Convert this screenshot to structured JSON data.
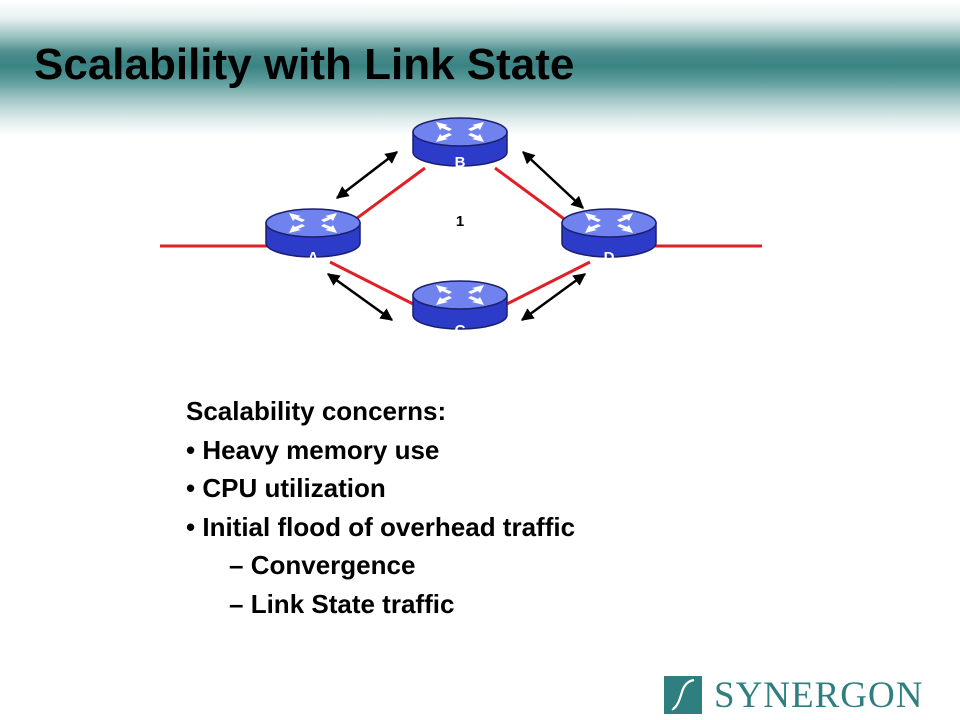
{
  "slide": {
    "title": "Scalability with Link State"
  },
  "diagram": {
    "routers": [
      {
        "id": "A",
        "label": "A"
      },
      {
        "id": "B",
        "label": "B"
      },
      {
        "id": "C",
        "label": "C"
      },
      {
        "id": "D",
        "label": "D"
      }
    ],
    "links": [
      {
        "from": "A",
        "to": "B"
      },
      {
        "from": "A",
        "to": "C"
      },
      {
        "from": "B",
        "to": "D"
      },
      {
        "from": "C",
        "to": "D"
      }
    ],
    "link_cost_label": "1",
    "colors": {
      "link": "#e01f26",
      "router_top": "#6f82ee",
      "router_side": "#2c3cc8",
      "arrow": "#000000"
    }
  },
  "concerns": {
    "heading": "Scalability concerns:",
    "items": [
      {
        "text": "Heavy memory use",
        "marker": "•"
      },
      {
        "text": "CPU utilization",
        "marker": "•"
      },
      {
        "text": "Initial flood of overhead traffic",
        "marker": "•",
        "subitems": [
          {
            "text": "Convergence",
            "marker": "–"
          },
          {
            "text": "Link State traffic",
            "marker": "–"
          }
        ]
      }
    ]
  },
  "branding": {
    "logo_text": "SYNERGON",
    "logo_color": "#2f7f80",
    "header_color": "#3a8383"
  }
}
